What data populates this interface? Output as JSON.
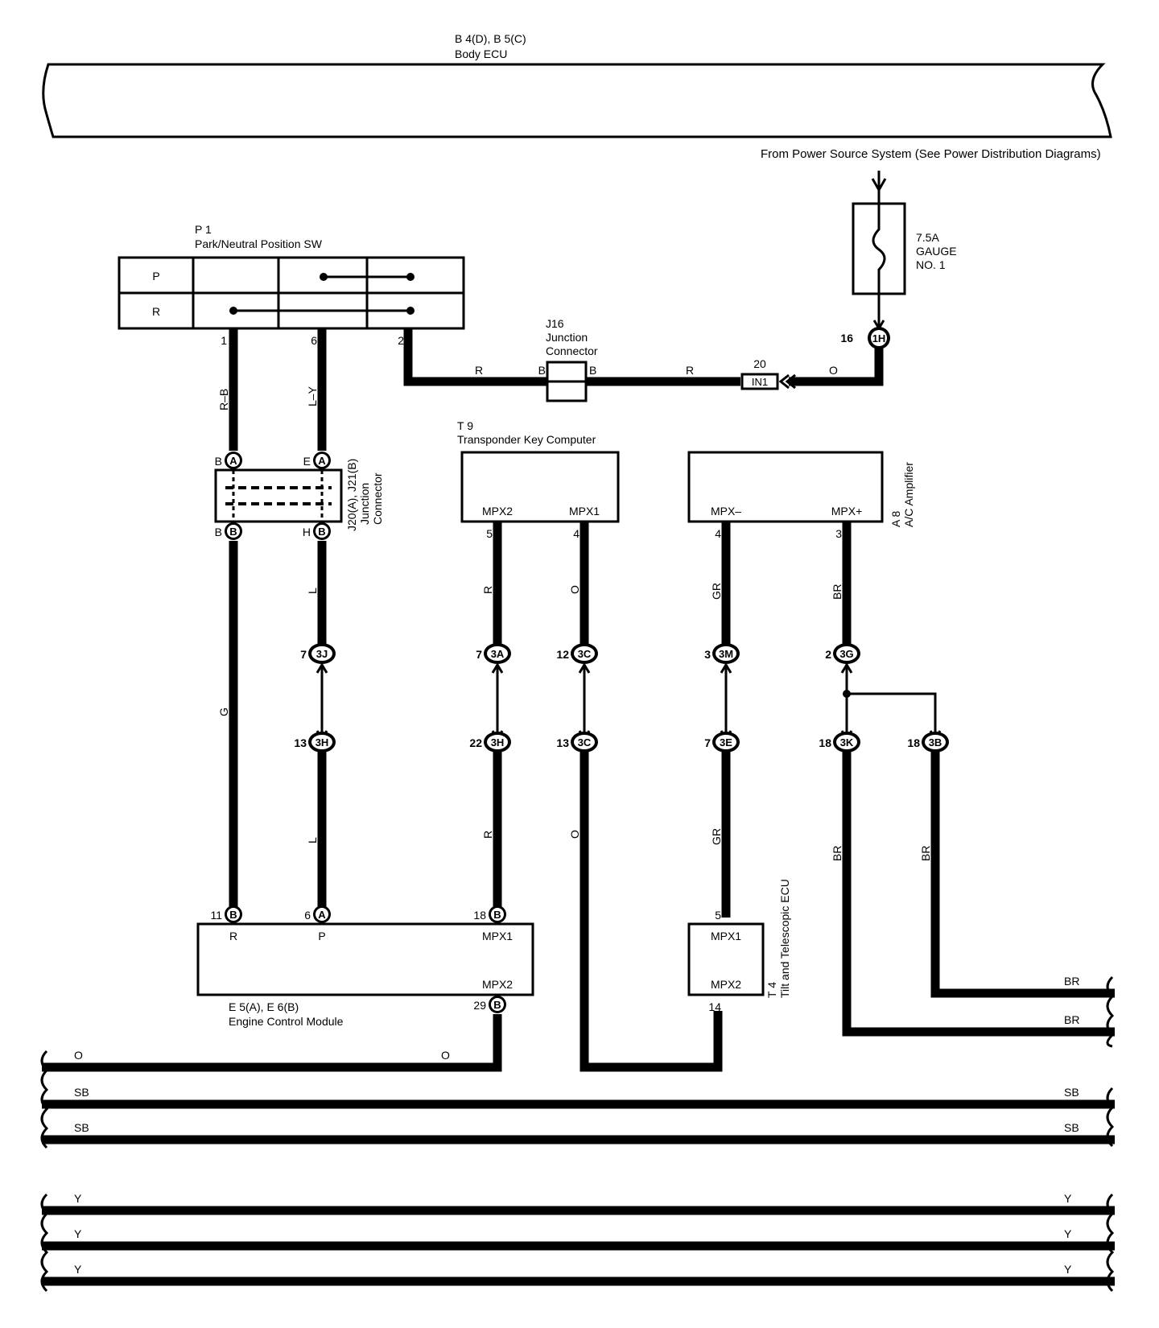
{
  "body_ecu": {
    "ref": "B 4(D), B 5(C)",
    "name": "Body ECU"
  },
  "power": {
    "label": "From Power Source System (See Power Distribution Diagrams)"
  },
  "fuse": {
    "rating": "7.5A",
    "name1": "GAUGE",
    "name2": "NO. 1"
  },
  "junction_1h": {
    "pin": "16",
    "connector": "1H"
  },
  "pn_switch": {
    "ref": "P 1",
    "name": "Park/Neutral Position SW",
    "row_p": "P",
    "row_r": "R",
    "pin1": "1",
    "pin6": "6",
    "pin2": "2"
  },
  "j16": {
    "ref": "J16",
    "name1": "Junction",
    "name2": "Connector",
    "left": "B",
    "right": "B"
  },
  "in1": {
    "pin": "20",
    "connector": "IN1"
  },
  "j20": {
    "ref": "J20(A), J21(B)",
    "name1": "Junction",
    "name2": "Connector",
    "pin_b_top": "B",
    "pin_e_top": "E",
    "pin_b_bot": "B",
    "pin_h_bot": "H"
  },
  "t9": {
    "ref": "T 9",
    "name": "Transponder Key Computer",
    "mpx2": "MPX2",
    "mpx1": "MPX1",
    "pin5": "5",
    "pin4": "4"
  },
  "a8": {
    "ref": "A 8",
    "name": "A/C Amplifier",
    "mpxm": "MPX–",
    "mpxp": "MPX+",
    "pin4": "4",
    "pin3": "3"
  },
  "connectors": {
    "c3j": {
      "pin": "7",
      "id": "3J"
    },
    "c3h1": {
      "pin": "13",
      "id": "3H"
    },
    "c3a": {
      "pin": "7",
      "id": "3A"
    },
    "c3h2": {
      "pin": "22",
      "id": "3H"
    },
    "c3c1": {
      "pin": "12",
      "id": "3C"
    },
    "c3c2": {
      "pin": "13",
      "id": "3C"
    },
    "c3m": {
      "pin": "3",
      "id": "3M"
    },
    "c3e": {
      "pin": "7",
      "id": "3E"
    },
    "c3g": {
      "pin": "2",
      "id": "3G"
    },
    "c3k": {
      "pin": "18",
      "id": "3K"
    },
    "c3b": {
      "pin": "18",
      "id": "3B"
    },
    "ca_b": "A",
    "cb_b": "B"
  },
  "ecm": {
    "ref": "E 5(A), E 6(B)",
    "name": "Engine Control Module",
    "r": "R",
    "p": "P",
    "mpx1": "MPX1",
    "mpx2": "MPX2",
    "pin11": "11",
    "pin6": "6",
    "pin18": "18",
    "pin29": "29"
  },
  "t4": {
    "ref": "T 4",
    "name": "Tilt and Telescopic ECU",
    "mpx1": "MPX1",
    "mpx2": "MPX2",
    "pin5": "5",
    "pin14": "14"
  },
  "wires": {
    "rb": "R–B",
    "ly": "L–Y",
    "r": "R",
    "o": "O",
    "g": "G",
    "l": "L",
    "gr": "GR",
    "br": "BR",
    "sb": "SB",
    "y": "Y"
  }
}
